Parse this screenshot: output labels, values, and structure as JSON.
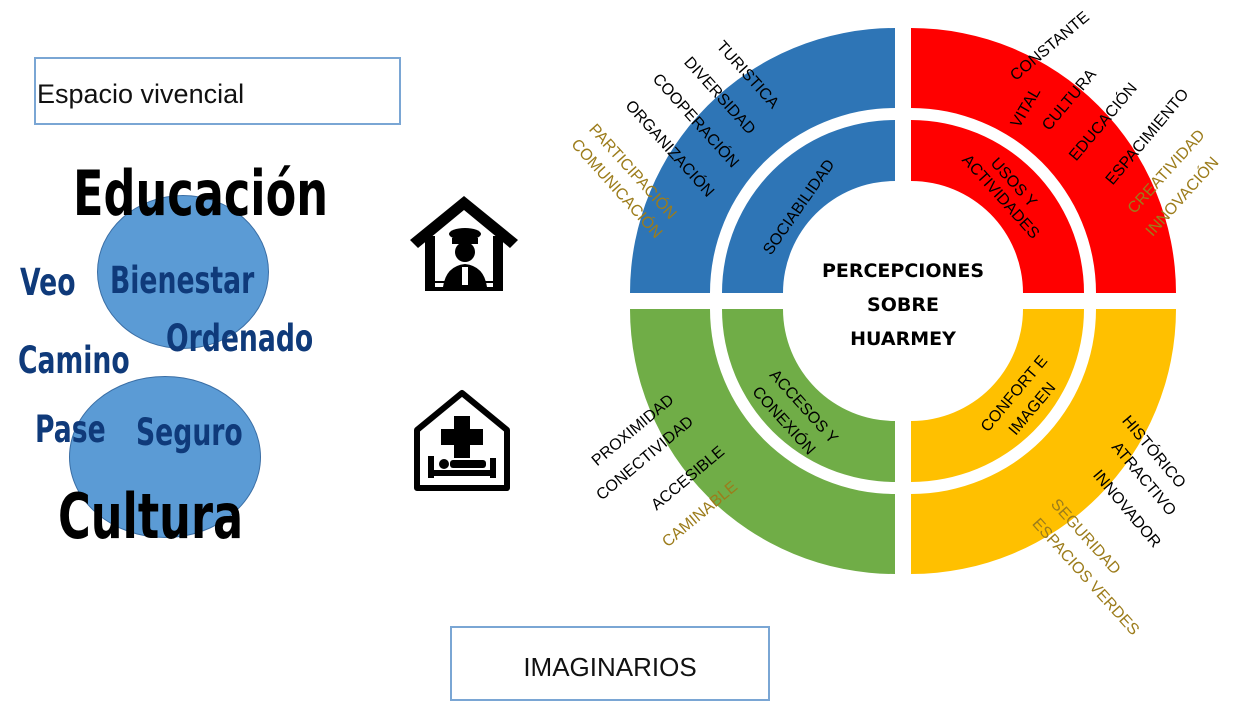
{
  "left": {
    "box_label": "Espacio vivencial",
    "words": {
      "educacion": "Educación",
      "bienestar": "Bienestar",
      "veo": "Veo",
      "ordenado": "Ordenado",
      "camino": "Camino",
      "pase": "Pase",
      "seguro": "Seguro",
      "cultura": "Cultura"
    }
  },
  "icons": [
    "police-house-icon",
    "hospital-icon"
  ],
  "wheel": {
    "center": [
      "PERCEPCIONES",
      "SOBRE",
      "HUARMEY"
    ],
    "quadrants": {
      "sociabilidad": {
        "color": "#2e75b6",
        "inner_label": "SOCIABILIDAD",
        "outer": [
          "TURISTICA",
          "DIVERSIDAD",
          "COOPERACIÓN",
          "ORGANIZACIÓN"
        ],
        "outer_gold": [
          "PARTICIPACIÓN",
          "COMUNICACIÓN"
        ]
      },
      "usos": {
        "color": "#ff0000",
        "inner_label": [
          "USOS Y",
          "ACTIVIDADES"
        ],
        "outer": [
          "CONSTANTE",
          "VITAL",
          "CULTURA",
          "EDUCACIÓN",
          "ESPACIMIENTO"
        ],
        "outer_gold": [
          "CREATIVIDAD",
          "INNOVACIÓN"
        ]
      },
      "accesos": {
        "color": "#70ad47",
        "inner_label": [
          "ACCESOS Y",
          "CONEXIÓN"
        ],
        "outer": [
          "PROXIMIDAD",
          "CONECTIVIDAD",
          "ACCESIBLE"
        ],
        "outer_gold": [
          "CAMINABLE"
        ]
      },
      "confort": {
        "color": "#ffc000",
        "inner_label": [
          "CONFORT E",
          "IMAGEN"
        ],
        "outer": [
          "HISTÓRICO",
          "ATRACTIVO",
          "INNOVADOR"
        ],
        "outer_gold": [
          "SEGURIDAD",
          "ESPACIOS VERDES"
        ]
      }
    },
    "gold_text_color": "#9c7c1b"
  },
  "bottom": {
    "box_label": "IMAGINARIOS"
  }
}
